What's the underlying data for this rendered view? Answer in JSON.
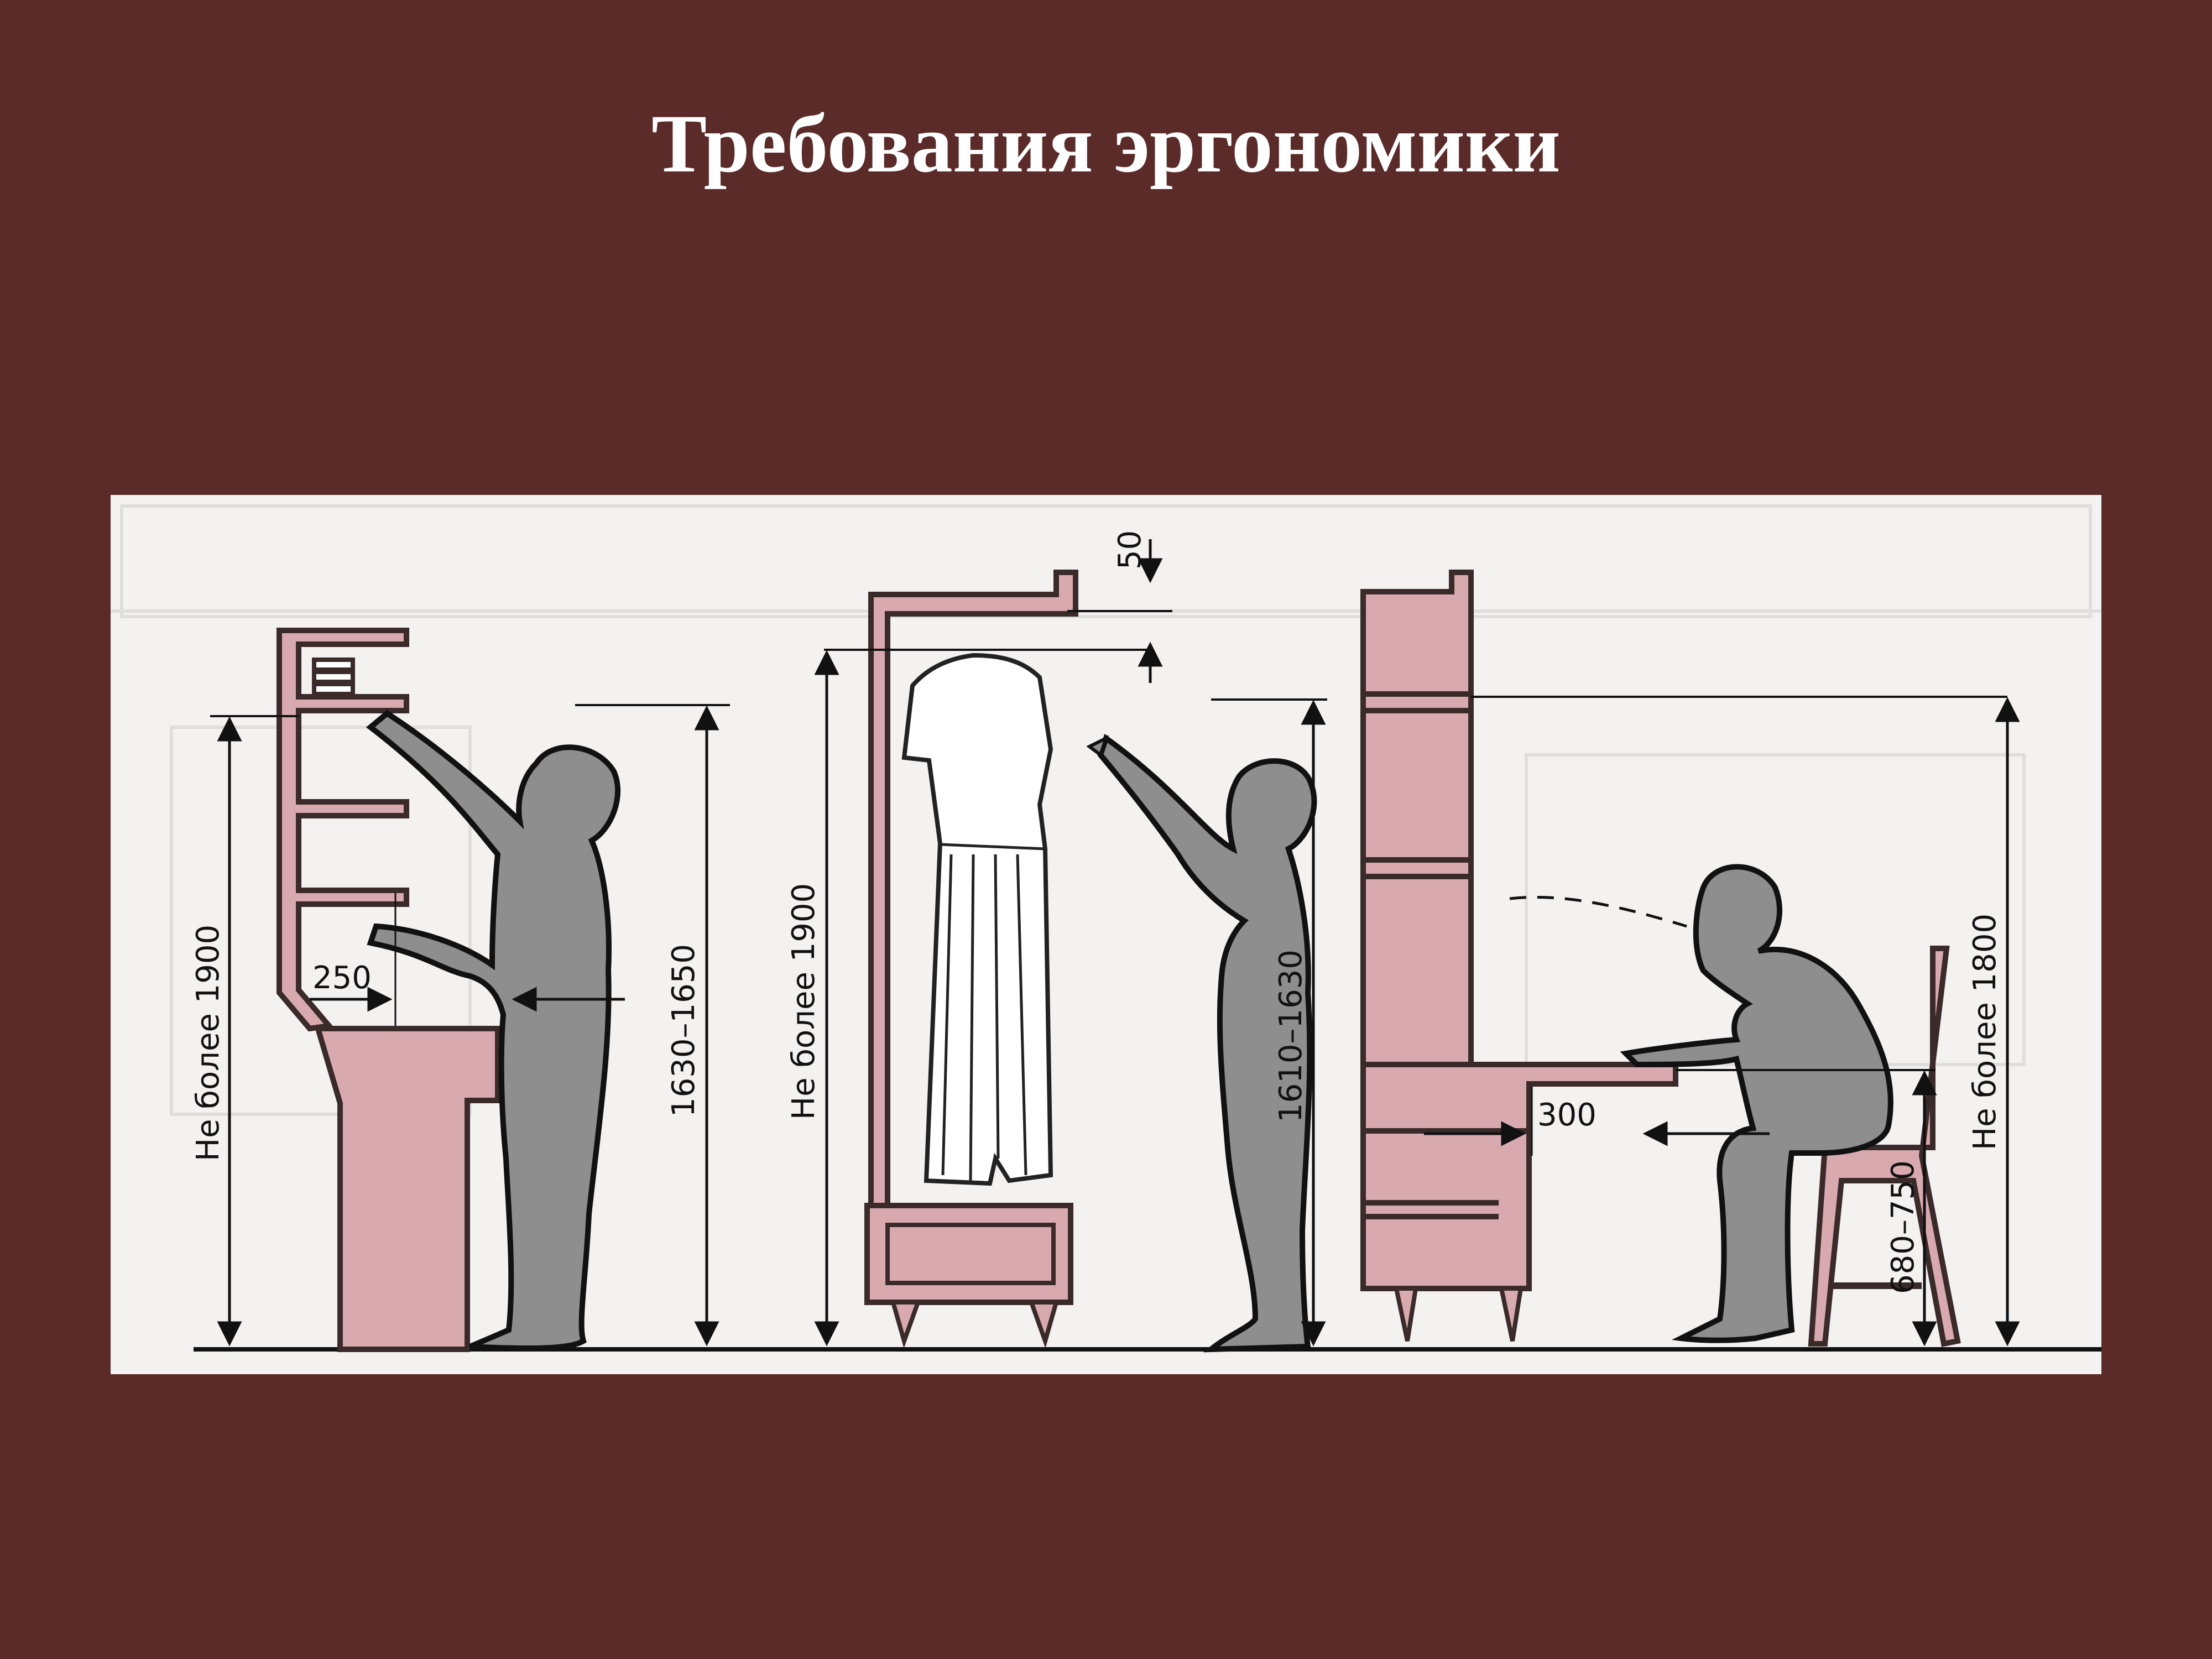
{
  "slide": {
    "title": "Требования эргономики"
  },
  "diagram": {
    "colors": {
      "background": "#5a2b28",
      "panel": "#f4f1f1",
      "furniture_fill": "#d8aab0",
      "furniture_outline": "#3a2a2a",
      "figure_fill": "#8e8e8e",
      "dimension_line": "#111111"
    },
    "scene_1": {
      "height_max_label": "Не более 1900",
      "reach_height_label": "1630–1650",
      "depth_label": "250"
    },
    "scene_2": {
      "top_clearance_label": "50",
      "height_max_label": "Не более 1900",
      "reach_height_label": "1610–1630"
    },
    "scene_3": {
      "depth_label": "300",
      "table_height_label": "680–750",
      "height_max_label": "Не более 1800"
    }
  }
}
